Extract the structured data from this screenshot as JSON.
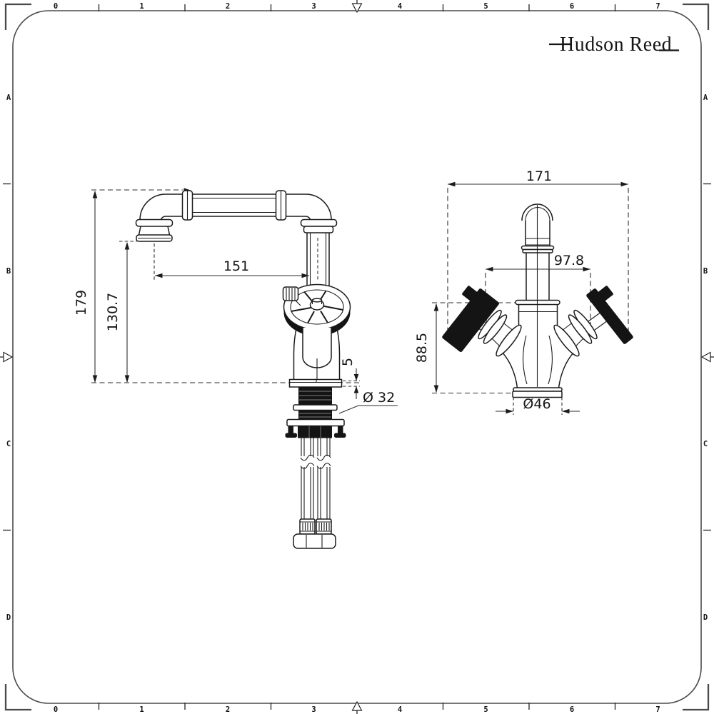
{
  "brand": {
    "logo_text": "Hudson Reed"
  },
  "frame": {
    "top_ruler": [
      "0",
      "1",
      "2",
      "3",
      "4",
      "5",
      "6",
      "7"
    ],
    "bottom_ruler": [
      "0",
      "1",
      "2",
      "3",
      "4",
      "5",
      "6",
      "7"
    ],
    "left_ruler": [
      "A",
      "B",
      "C",
      "D"
    ],
    "right_ruler": [
      "A",
      "B",
      "C",
      "D"
    ]
  },
  "side_view": {
    "dims": {
      "overall_height": "179",
      "spout_height": "130.7",
      "spout_reach": "151",
      "deck_thickness": "5",
      "thread_diameter": "Ø 32"
    }
  },
  "front_view": {
    "dims": {
      "overall_width": "171",
      "handle_span": "97.8",
      "handle_height": "88.5",
      "base_diameter": "Ø46"
    }
  }
}
